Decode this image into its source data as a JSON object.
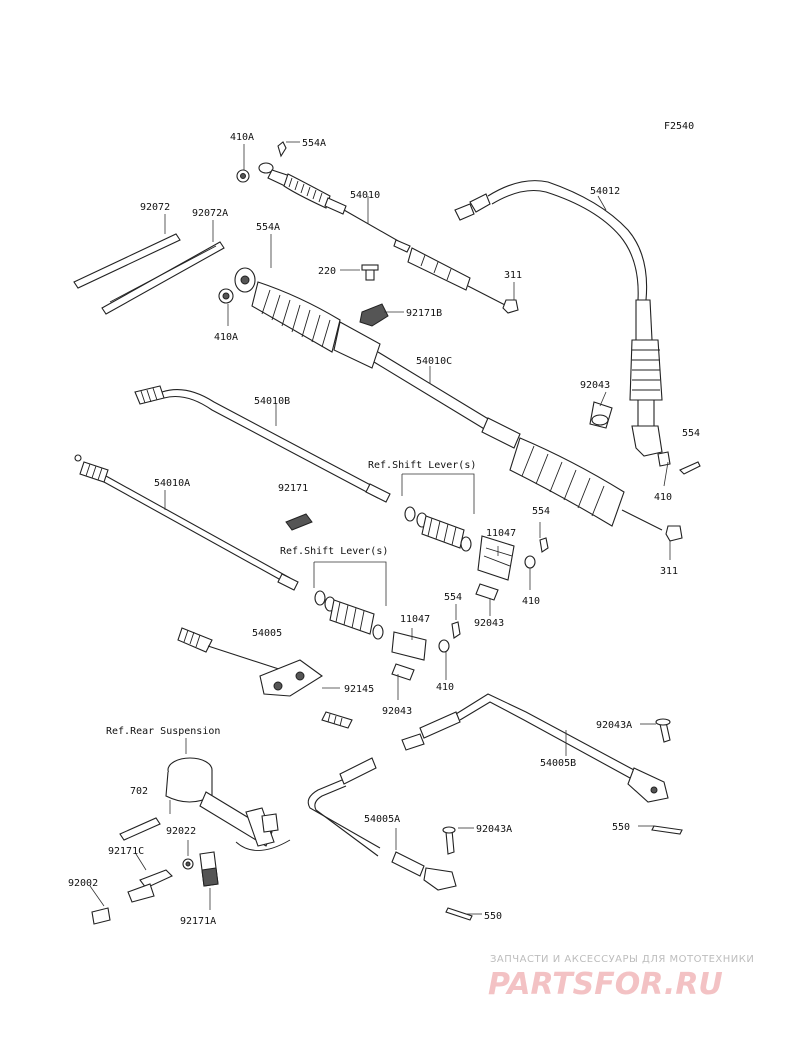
{
  "diagram_code": "F2540",
  "labels": {
    "l410a_top": "410A",
    "l554a_top": "554A",
    "l54010": "54010",
    "l54012": "54012",
    "l92072": "92072",
    "l92072a": "92072A",
    "l554a_mid": "554A",
    "l220": "220",
    "l311_top": "311",
    "l92171b": "92171B",
    "l410a_mid": "410A",
    "l54010c": "54010C",
    "l92043_right": "92043",
    "l554_right": "554",
    "l54010b": "54010B",
    "l410_right": "410",
    "l54010a": "54010A",
    "l92171": "92171",
    "ref_shift_1": "Ref.Shift Lever(s)",
    "l11047_a": "11047",
    "l554_mid": "554",
    "l311_bottom": "311",
    "ref_shift_2": "Ref.Shift Lever(s)",
    "l410_mid": "410",
    "l92043_mid": "92043",
    "l54005": "54005",
    "l11047_b": "11047",
    "l554_low": "554",
    "l92145": "92145",
    "l410_low": "410",
    "l92043_low": "92043",
    "ref_rear_susp": "Ref.Rear Suspension",
    "l92043a_top": "92043A",
    "l54005b": "54005B",
    "l702": "702",
    "l92022": "92022",
    "l550_right": "550",
    "l92171c": "92171C",
    "l54005a": "54005A",
    "l92043a_low": "92043A",
    "l92002": "92002",
    "l92171a": "92171A",
    "l550_low": "550"
  },
  "watermark": {
    "tagline": "ЗАПЧАСТИ И АКСЕССУАРЫ ДЛЯ МОТОТЕХНИКИ",
    "brand": "PARTSFOR.RU"
  }
}
